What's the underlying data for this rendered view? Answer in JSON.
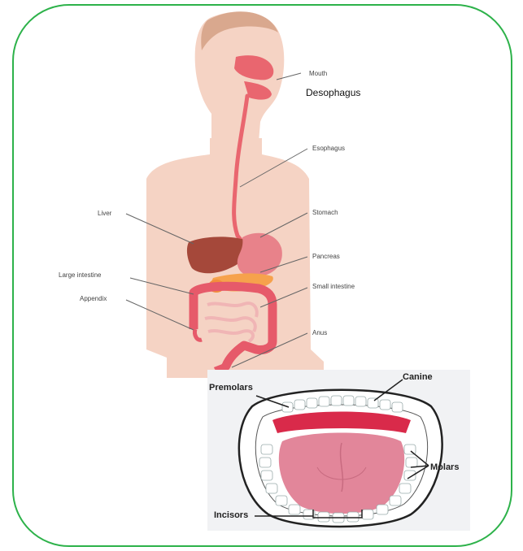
{
  "body_labels": {
    "mouth": "Mouth",
    "desophagus": "Desophagus",
    "esophagus": "Esophagus",
    "liver": "Liver",
    "stomach": "Stomach",
    "pancreas": "Pancreas",
    "large_intestine": "Large intestine",
    "small_intestine": "Small intestine",
    "appendix": "Appendix",
    "anus": "Anus"
  },
  "mouth_labels": {
    "canine": "Canine",
    "premolars": "Premolars",
    "molars": "Molars",
    "incisors": "Incisors"
  },
  "colors": {
    "frame": "#2db24a",
    "skin": "#f5d3c4",
    "liver": "#a5483a",
    "stomach": "#e8828a",
    "intestine": "#e65a6a"
  }
}
